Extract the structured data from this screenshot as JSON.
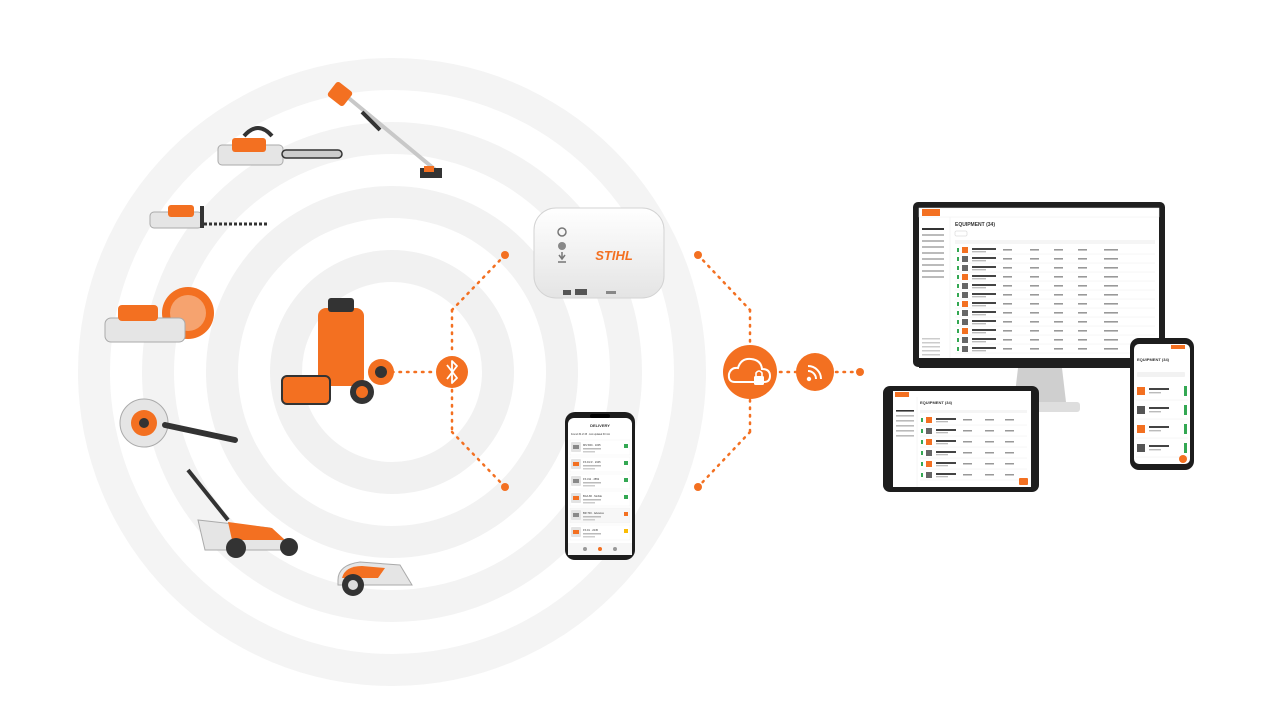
{
  "brand": {
    "name": "STIHL",
    "accent": "#F37021",
    "dark": "#333333",
    "light_gray": "#E6E6E6"
  },
  "gateway": {
    "brand_label": "STIHL",
    "icons": [
      "power-icon",
      "wifi-status-icon",
      "download-icon"
    ]
  },
  "tools": [
    "grass-trimmer",
    "chainsaw",
    "hedge-trimmer",
    "cut-off-saw",
    "leaf-blower",
    "lawn-mower",
    "robotic-mower",
    "battery-pack-set"
  ],
  "connectors": {
    "bluetooth": "bluetooth-icon",
    "cloud": "cloud-lock-icon",
    "signal": "wifi-signal-icon"
  },
  "phone_app": {
    "header": "DELIVERY",
    "subheader": "Found 30 of 45 · List updated 30 min",
    "rows": [
      {
        "title": "MS 500i · 1005",
        "status": "#34A853"
      },
      {
        "title": "FS 91 R · 2345",
        "status": "#34A853"
      },
      {
        "title": "FS 311 · 2852",
        "status": "#34A853"
      },
      {
        "title": "BGA 86 · Mobile",
        "status": "#34A853"
      },
      {
        "title": "BR 700 · Advance",
        "status": "#F37021"
      },
      {
        "title": "FS 91 · 2245",
        "status": "#FBBC04"
      }
    ]
  },
  "desktop_app": {
    "title": "EQUIPMENT (34)",
    "rows": 12
  },
  "tablet_app": {
    "title": "EQUIPMENT (34)",
    "rows": 6
  },
  "mobile_app": {
    "title": "EQUIPMENT (34)",
    "rows": 4
  }
}
